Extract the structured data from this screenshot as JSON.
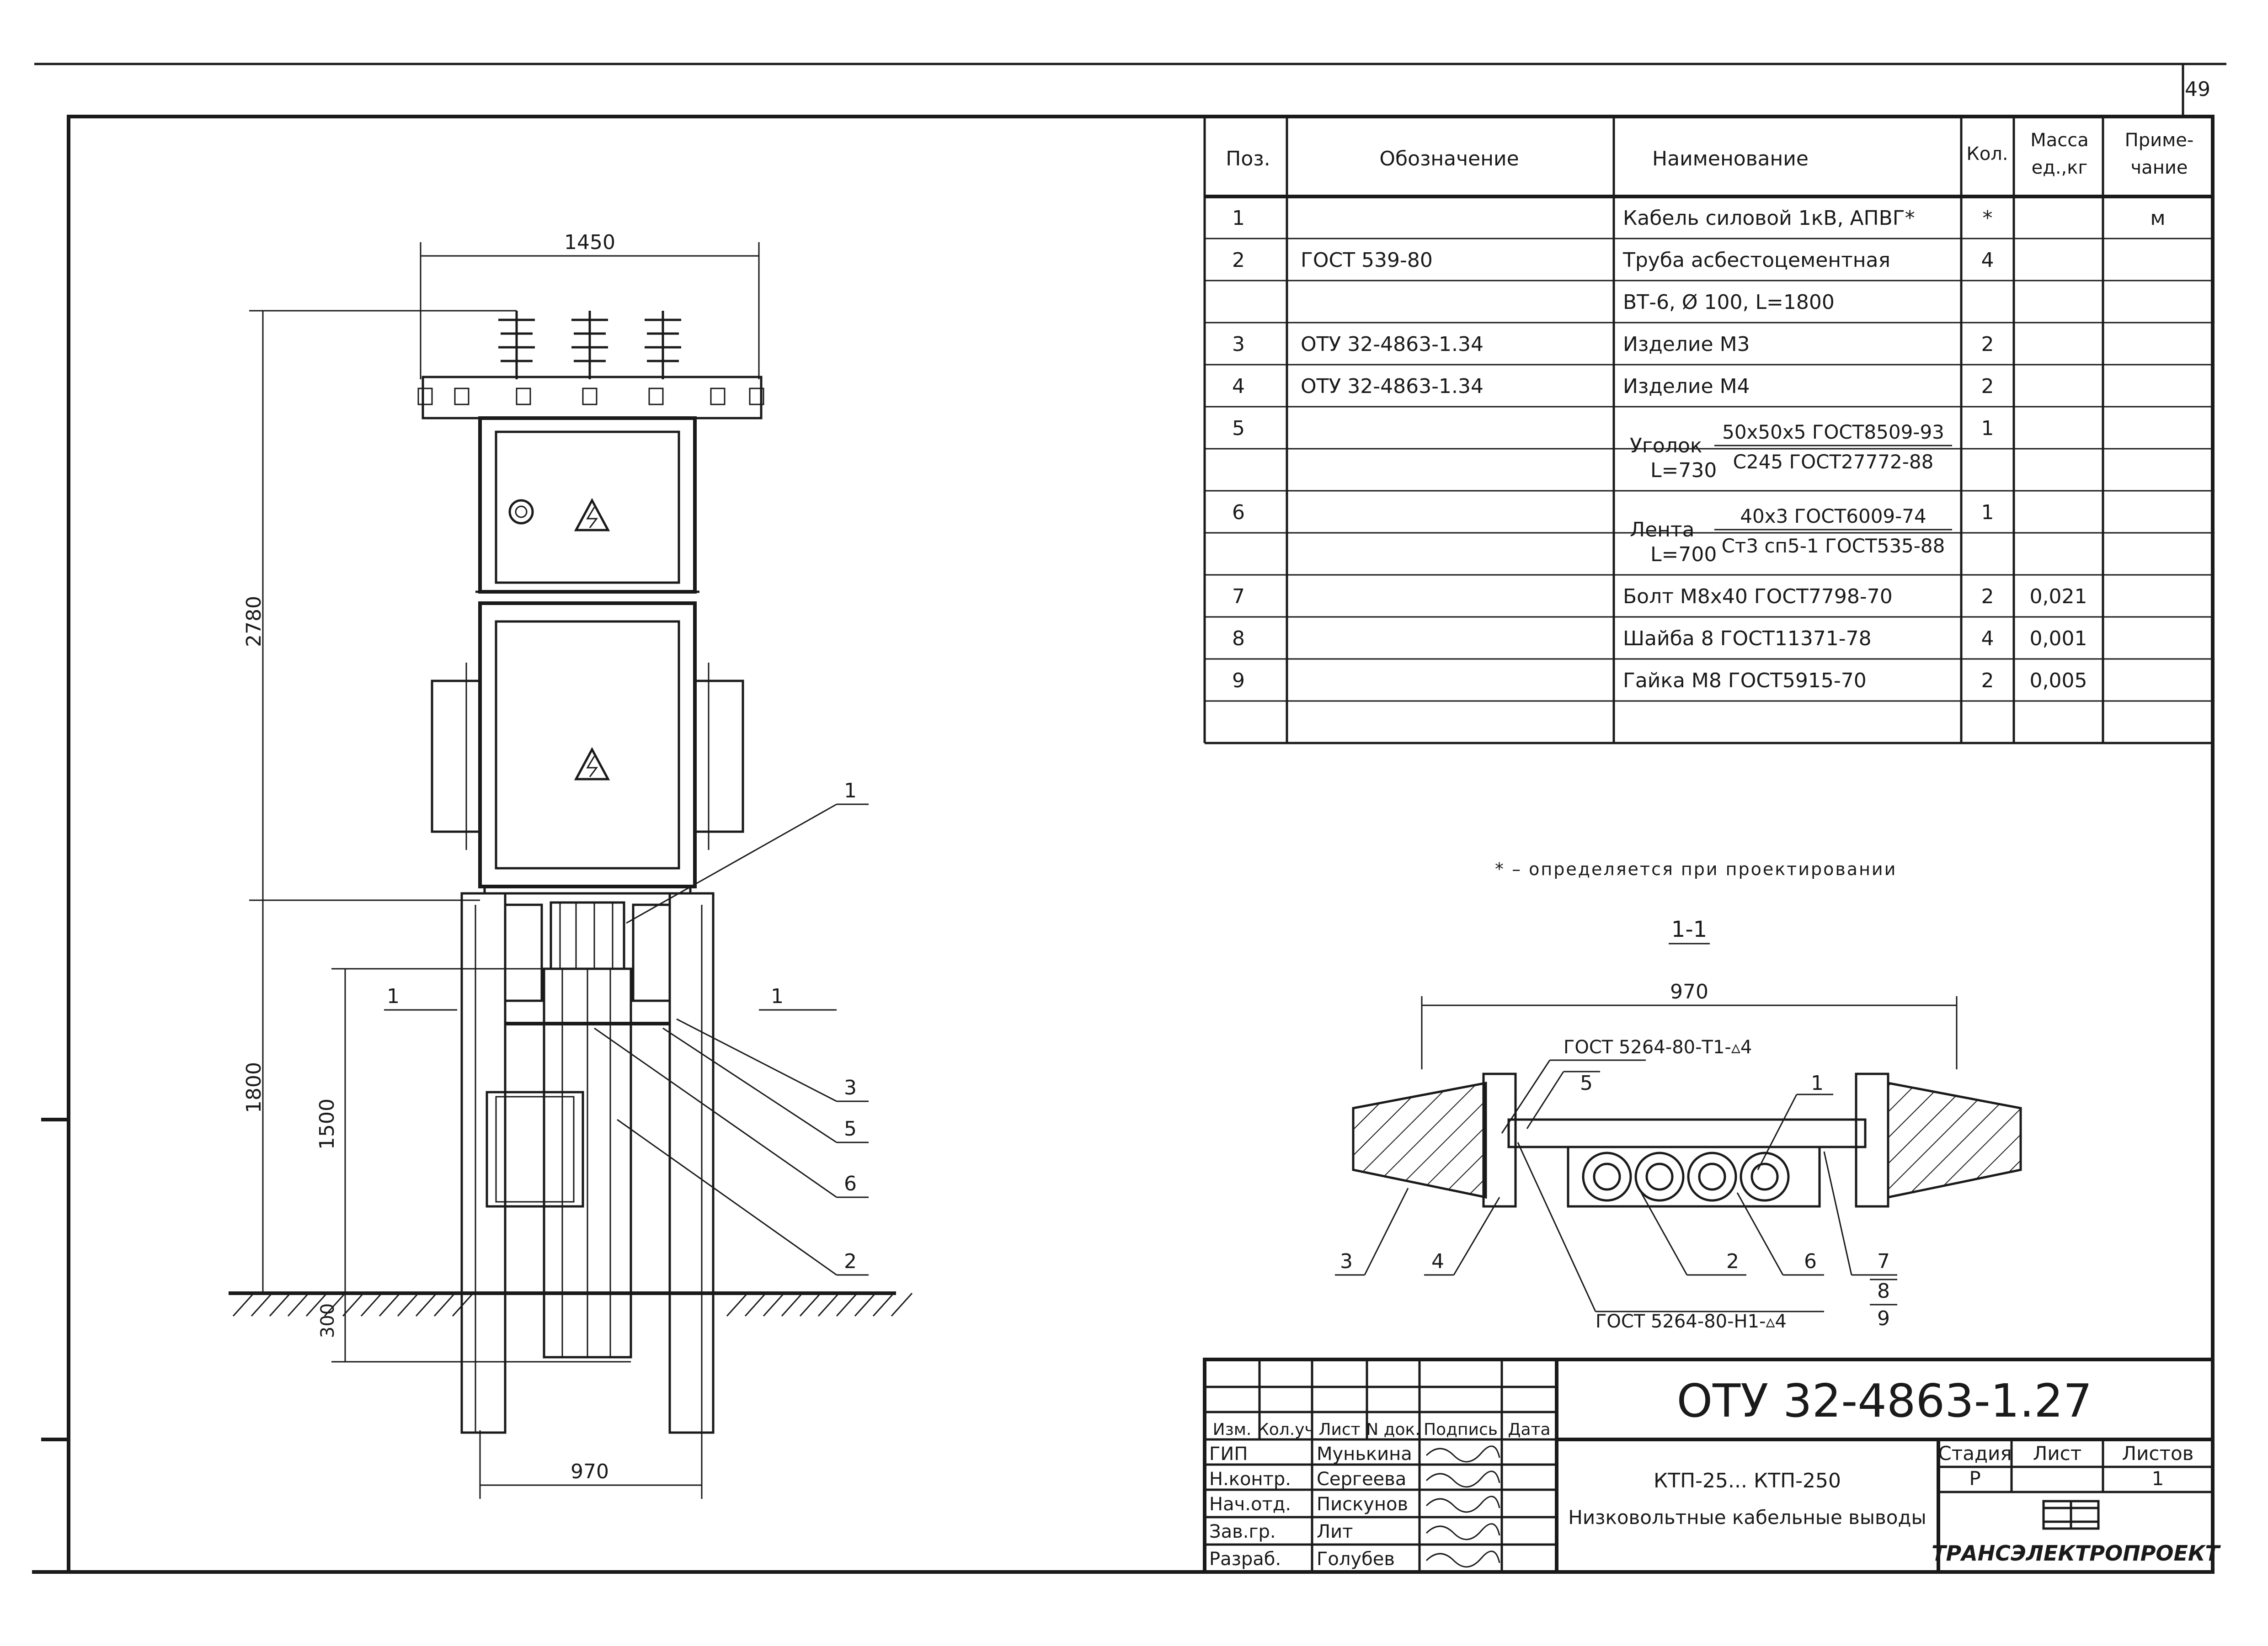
{
  "sheet_number": "49",
  "spec_table": {
    "headers": {
      "pos": "Поз.",
      "designation": "Обозначение",
      "name": "Наименование",
      "qty": "Кол.",
      "mass_line1": "Масса",
      "mass_line2": "ед.,кг",
      "note_line1": "Приме-",
      "note_line2": "чание"
    },
    "rows": [
      {
        "pos": "1",
        "designation": "",
        "name": "Кабель силовой 1кВ, АПВГ*",
        "qty": "*",
        "mass": "",
        "note": "м"
      },
      {
        "pos": "2",
        "designation": "ГОСТ 539-80",
        "name": "Труба асбестоцементная",
        "qty": "4",
        "mass": "",
        "note": ""
      },
      {
        "pos": "",
        "designation": "",
        "name": "ВТ-6, Ø 100, L=1800",
        "qty": "",
        "mass": "",
        "note": ""
      },
      {
        "pos": "3",
        "designation": "ОТУ 32-4863-1.34",
        "name": "Изделие М3",
        "qty": "2",
        "mass": "",
        "note": ""
      },
      {
        "pos": "4",
        "designation": "ОТУ 32-4863-1.34",
        "name": "Изделие М4",
        "qty": "2",
        "mass": "",
        "note": ""
      },
      {
        "pos": "5",
        "designation": "",
        "name_prefix": "Уголок",
        "name_top": "50х50х5 ГОСТ8509-93",
        "name_bottom": "С245 ГОСТ27772-88",
        "qty": "1",
        "mass": "",
        "note": ""
      },
      {
        "pos": "",
        "designation": "",
        "name": "L=730",
        "qty": "",
        "mass": "",
        "note": ""
      },
      {
        "pos": "6",
        "designation": "",
        "name_prefix": "Лента",
        "name_top": "40х3 ГОСТ6009-74",
        "name_bottom": "Ст3 сп5-1 ГОСТ535-88",
        "qty": "1",
        "mass": "",
        "note": ""
      },
      {
        "pos": "",
        "designation": "",
        "name": "L=700",
        "qty": "",
        "mass": "",
        "note": ""
      },
      {
        "pos": "7",
        "designation": "",
        "name": "Болт М8х40 ГОСТ7798-70",
        "qty": "2",
        "mass": "0,021",
        "note": ""
      },
      {
        "pos": "8",
        "designation": "",
        "name": "Шайба 8 ГОСТ11371-78",
        "qty": "4",
        "mass": "0,001",
        "note": ""
      },
      {
        "pos": "9",
        "designation": "",
        "name": "Гайка М8 ГОСТ5915-70",
        "qty": "2",
        "mass": "0,005",
        "note": ""
      }
    ]
  },
  "footnote": "* – определяется при проектировании",
  "front_view": {
    "dim_width_top": "1450",
    "dim_height_total": "2780",
    "dim_height_base": "1800",
    "dim_height_tube": "1500",
    "dim_depth": "300",
    "dim_width_bottom": "970",
    "section_mark": "1",
    "callouts": [
      "1",
      "3",
      "5",
      "6",
      "2"
    ]
  },
  "section_view": {
    "title": "1-1",
    "dim_width": "970",
    "weld_top": "ГОСТ 5264-80-Т1-▵4",
    "weld_bottom": "ГОСТ 5264-80-Н1-▵4",
    "callouts_top": [
      "5",
      "1"
    ],
    "callouts_bottom": [
      "3",
      "4",
      "2",
      "6"
    ],
    "callouts_stack": [
      "7",
      "8",
      "9"
    ]
  },
  "title_block": {
    "doc_code": "ОТУ 32-4863-1.27",
    "col_headers": [
      "Изм.",
      "Кол.уч",
      "Лист",
      "N док.",
      "Подпись",
      "Дата"
    ],
    "people": [
      {
        "role": "ГИП",
        "name": "Мунькина"
      },
      {
        "role": "Н.контр.",
        "name": "Сергеева"
      },
      {
        "role": "Нач.отд.",
        "name": "Пискунов"
      },
      {
        "role": "Зав.гр.",
        "name": "Лит"
      },
      {
        "role": "Разраб.",
        "name": "Голубев"
      }
    ],
    "title_line1": "КТП-25... КТП-250",
    "title_line2": "Низковольтные кабельные выводы",
    "stage_label": "Стадия",
    "sheet_label": "Лист",
    "sheets_label": "Листов",
    "stage_value": "Р",
    "sheets_value": "1",
    "company": "ТРАНСЭЛЕКТРОПРОЕКТ"
  },
  "colors": {
    "ink": "#1a1a1a",
    "paper": "#ffffff"
  }
}
